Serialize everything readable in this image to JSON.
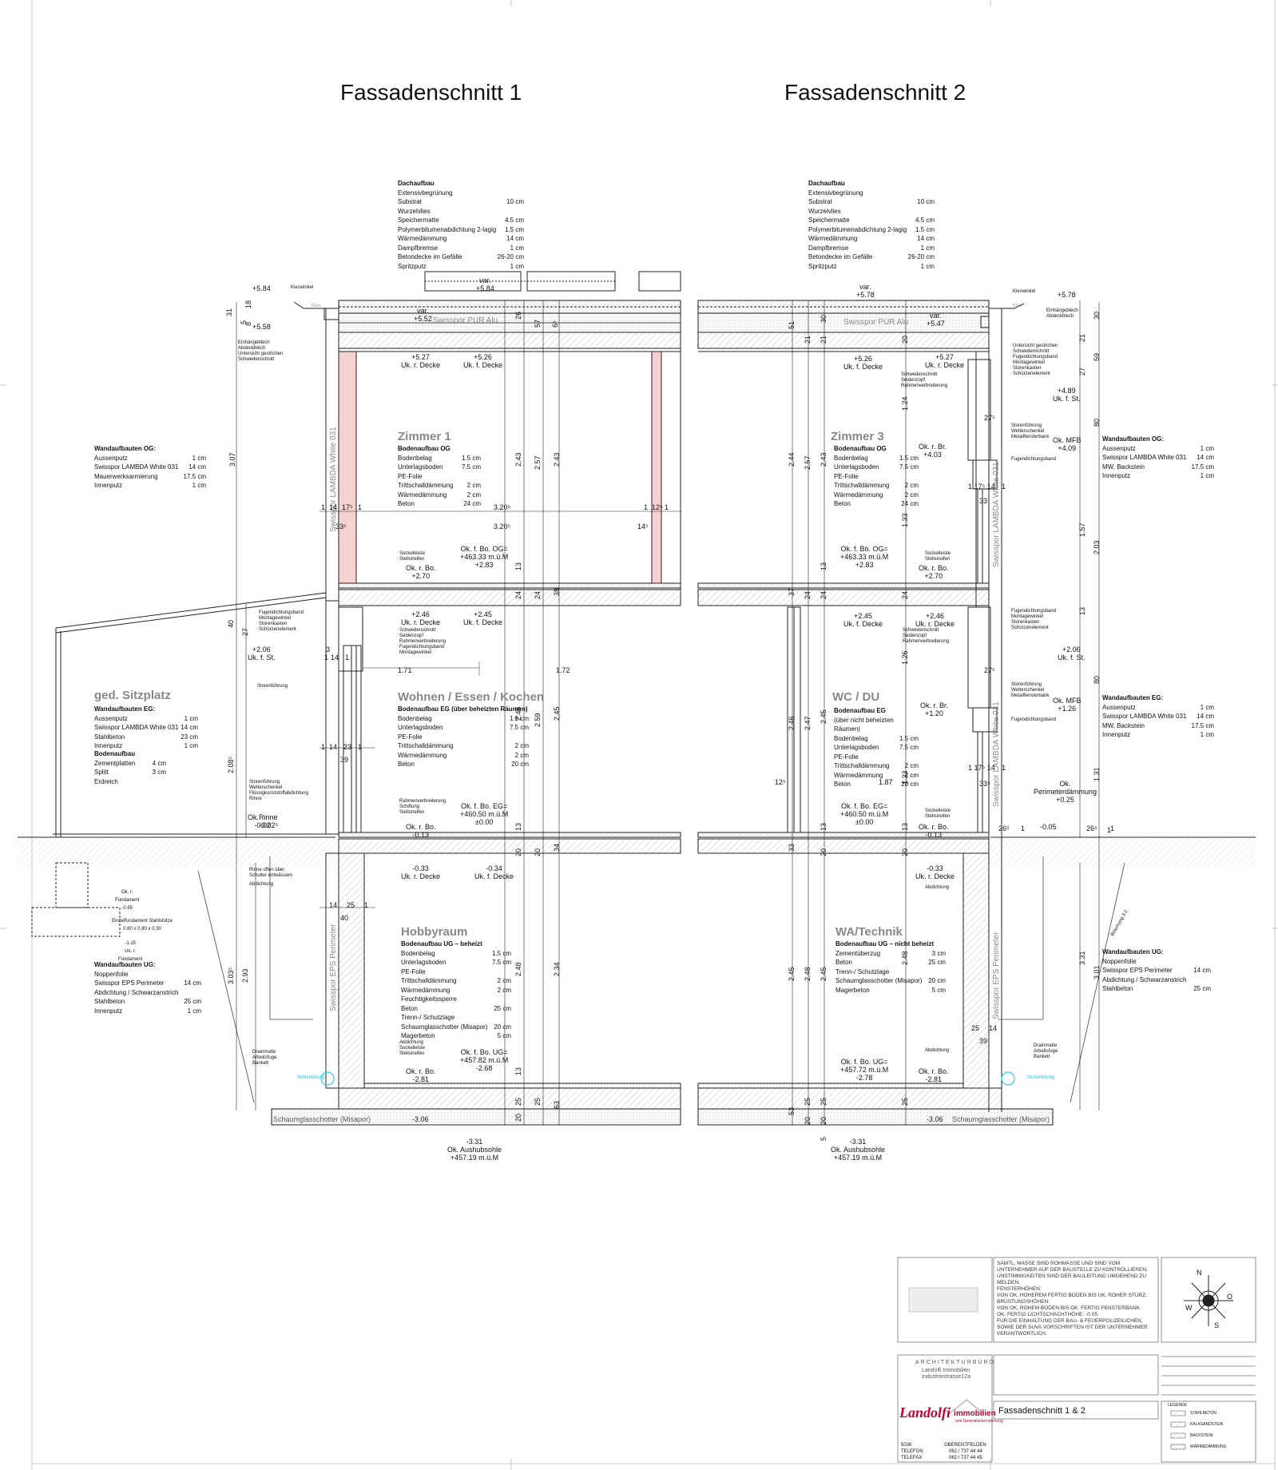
{
  "titles": {
    "left": "Fassadenschnitt 1",
    "right": "Fassadenschnitt 2"
  },
  "dachaufbau_left": {
    "heading": "Dachaufbau",
    "rows": [
      [
        "Extensivbegrünung",
        ""
      ],
      [
        "Substrat",
        "10 cm"
      ],
      [
        "Wurzelvlies",
        ""
      ],
      [
        "Speichermatte",
        "4.5 cm"
      ],
      [
        "Polymerbitumenabdichtung 2-lagig",
        "1.5 cm"
      ],
      [
        "Wärmedämmung",
        "14 cm"
      ],
      [
        "Dampfbremse",
        "1 cm"
      ],
      [
        "Betondecke im Gefälle",
        "26-20 cm"
      ],
      [
        "Spritzputz",
        "1 cm"
      ]
    ]
  },
  "dachaufbau_right": {
    "heading": "Dachaufbau",
    "rows": [
      [
        "Extensivbegrünung",
        ""
      ],
      [
        "Substrat",
        "10 cm"
      ],
      [
        "Wurzelvlies",
        ""
      ],
      [
        "Speichermatte",
        "4.5 cm"
      ],
      [
        "Polymerbitumenabdichtung 2-lagig",
        "1.5 cm"
      ],
      [
        "Wärmedämmung",
        "14 cm"
      ],
      [
        "Dampfbremse",
        "1 cm"
      ],
      [
        "Betondecke im Gefälle",
        "26-20 cm"
      ],
      [
        "Spritzputz",
        "1 cm"
      ]
    ]
  },
  "wand_og_left": {
    "heading": "Wandaufbauten OG:",
    "rows": [
      [
        "Aussenputz",
        "1 cm"
      ],
      [
        "Swisspor LAMBDA White 031",
        "14 cm"
      ],
      [
        "Mauerwerksarmierung",
        "17.5 cm"
      ],
      [
        "Innenputz",
        "1 cm"
      ]
    ]
  },
  "wand_og_right": {
    "heading": "Wandaufbauten OG:",
    "rows": [
      [
        "Aussenputz",
        "1 cm"
      ],
      [
        "Swisspor LAMBDA White 031",
        "14 cm"
      ],
      [
        "MW, Backstein",
        "17.5 cm"
      ],
      [
        "Innenputz",
        "1 cm"
      ]
    ]
  },
  "wand_eg_left": {
    "heading": "Wandaufbauten EG:",
    "rows": [
      [
        "Aussenputz",
        "1 cm"
      ],
      [
        "Swisspor LAMBDA White 031",
        "14 cm"
      ],
      [
        "Stahlbeton",
        "23 cm"
      ],
      [
        "Innenputz",
        "1 cm"
      ]
    ]
  },
  "wand_eg_right": {
    "heading": "Wandaufbauten EG:",
    "rows": [
      [
        "Aussenputz",
        "1 cm"
      ],
      [
        "Swisspor LAMBDA White 031",
        "14 cm"
      ],
      [
        "MW, Backstein",
        "17.5 cm"
      ],
      [
        "Innenputz",
        "1 cm"
      ]
    ]
  },
  "bodenaufbau_sitzplatz": {
    "heading": "Bodenaufbau",
    "rows": [
      [
        "Zementplatten",
        "4 cm"
      ],
      [
        "Splitt",
        "3 cm"
      ],
      [
        "Erdreich",
        ""
      ]
    ]
  },
  "wand_ug_left": {
    "heading": "Wandaufbauten UG:",
    "rows": [
      [
        "Noppenfolie",
        ""
      ],
      [
        "Swisspor EPS Perimeter",
        "14 cm"
      ],
      [
        "Abdichtung / Schwarzanstrich",
        ""
      ],
      [
        "Stahlbeton",
        "25 cm"
      ],
      [
        "Innenputz",
        "1 cm"
      ]
    ]
  },
  "wand_ug_right": {
    "heading": "Wandaufbauten UG:",
    "rows": [
      [
        "Noppenfolie",
        ""
      ],
      [
        "Swisspor EPS Perimeter",
        "14 cm"
      ],
      [
        "Abdichtung / Schwarzanstrich",
        ""
      ],
      [
        "Stahlbeton",
        "25 cm"
      ]
    ]
  },
  "rooms": {
    "zimmer1": "Zimmer 1",
    "zimmer3": "Zimmer 3",
    "wohnen": "Wohnen / Essen / Kochen",
    "wc": "WC / DU",
    "hobby": "Hobbyraum",
    "technik": "WA/Technik",
    "sitzplatz": "ged. Sitzplatz"
  },
  "boden_og_left": {
    "heading": "Bodenaufbau OG",
    "rows": [
      [
        "Bodenbelag",
        "1.5 cm"
      ],
      [
        "Unterlagsboden",
        "7.5 cm"
      ],
      [
        "PE-Folie",
        ""
      ],
      [
        "Trittschalldämmung",
        "2 cm"
      ],
      [
        "Wärmedämmung",
        "2 cm"
      ],
      [
        "Beton",
        "24 cm"
      ]
    ]
  },
  "boden_og_right": {
    "heading": "Bodenaufbau OG",
    "rows": [
      [
        "Bodenbelag",
        "1.5 cm"
      ],
      [
        "Unterlagsboden",
        "7.5 cm"
      ],
      [
        "PE-Folie",
        ""
      ],
      [
        "Trittschalldämmung",
        "2 cm"
      ],
      [
        "Wärmedämmung",
        "2 cm"
      ],
      [
        "Beton",
        "24 cm"
      ]
    ]
  },
  "boden_eg_left": {
    "heading": "Bodenaufbau EG (über beheizten Räumen)",
    "rows": [
      [
        "Bodenbelag",
        "1.5 cm"
      ],
      [
        "Unterlagsboden",
        "7.5 cm"
      ],
      [
        "PE-Folie",
        ""
      ],
      [
        "Trittschalldämmung",
        "2 cm"
      ],
      [
        "Wärmedämmung",
        "2 cm"
      ],
      [
        "Beton",
        "20 cm"
      ]
    ]
  },
  "boden_eg_right": {
    "heading": "Bodenaufbau EG",
    "sub": "(über nicht beheizten Räumen)",
    "rows": [
      [
        "Bodenbelag",
        "1.5 cm"
      ],
      [
        "Unterlagsboden",
        "7.5 cm"
      ],
      [
        "PE-Folie",
        ""
      ],
      [
        "Trittschalldämmung",
        "2 cm"
      ],
      [
        "Wärmedämmung",
        "2 cm"
      ],
      [
        "Beton",
        "20 cm"
      ]
    ]
  },
  "boden_ug_left": {
    "heading": "Bodenaufbau UG – beheizt",
    "rows": [
      [
        "Bodenbelag",
        "1.5 cm"
      ],
      [
        "Unterlagsboden",
        "7.5 cm"
      ],
      [
        "PE-Folie",
        ""
      ],
      [
        "Trittschalldämmung",
        "2 cm"
      ],
      [
        "Wärmedämmung",
        "2 cm"
      ],
      [
        "Feuchtigkeitssperre",
        ""
      ],
      [
        "Beton",
        "25 cm"
      ],
      [
        "Trenn-/ Schutzlage",
        ""
      ],
      [
        "Schaumglasschotter (Misapor)",
        "20 cm"
      ],
      [
        "Magerbeton",
        "5 cm"
      ]
    ]
  },
  "boden_ug_right": {
    "heading": "Bodenaufbau UG – nicht beheizt",
    "rows": [
      [
        "Zementüberzug",
        "3 cm"
      ],
      [
        "Beton",
        "25 cm"
      ],
      [
        "Trenn-/ Schutzlage",
        ""
      ],
      [
        "Schaumglasschotter (Misapor)",
        "20 cm"
      ],
      [
        "Magerbeton",
        "5 cm"
      ]
    ]
  },
  "levels": {
    "l_584": "+5.84",
    "l_558": "+5.58",
    "l_var_584": "var.\n+5.84",
    "l_var_552": "var.\n+5.52",
    "l_527": "+5.27\nUk. r. Decke",
    "l_526": "+5.26\nUk. f. Decke",
    "r_578": "+5.78",
    "r_var_578": "var.\n+5.78",
    "r_var_547": "var.\n+5.47",
    "r_526": "+5.26\nUk. f. Decke",
    "r_527": "+5.27\nUk. r. Decke",
    "r_489": "+4.89\nUk. f. St.",
    "r_403": "Ok. r. Br.\n+4.03",
    "r_mfb409": "Ok. MFB\n+4.09",
    "ok_og_left": "Ok. f. Bo. OG=\n+463.33 m.ü.M\n+2.83",
    "ok_og_right": "Ok. f. Bo. OG=\n+463.33 m.ü.M\n+2.83",
    "okr_270_l": "Ok. r. Bo.\n+2.70",
    "okr_270_r": "Ok. r. Bo.\n+2.70",
    "l_246": "+2.46\nUk. r. Decke",
    "l_245": "+2.45\nUk. f. Decke",
    "r_245": "+2.45\nUk. f. Decke",
    "r_246": "+2.46\nUk. r. Decke",
    "l_206": "+2.06\nUk. f. St.",
    "r_206": "+2.06\nUk. f. St.",
    "r_120": "Ok. r. Br.\n+1.20",
    "r_mfb126": "Ok. MFB\n+1.26",
    "ok_eg_left": "Ok. f. Bo. EG=\n+460.50 m.ü.M\n±0.00",
    "ok_eg_right": "Ok. f. Bo. EG=\n+460.50 m.ü.M\n±0.00",
    "okr_013_l": "Ok. r. Bo.\n-0.13",
    "okr_013_r": "Ok. r. Bo.\n-0.13",
    "ok_rinne": "Ok.Rinne\n-0.02",
    "perimeter": "Ok.\nPerimeterdämmung\n+0.25",
    "l_033": "-0.33\nUk. r. Decke",
    "l_034": "-0.34\nUk. f. Decke",
    "r_033": "-0.33\nUk. r. Decke",
    "ok_ug_left": "Ok. f. Bo. UG=\n+457.82 m.ü.M\n-2.68",
    "ok_ug_right": "Ok. f. Bo. UG=\n+457.72 m.ü.M\n-2.78",
    "okr_281_l": "Ok. r. Bo.\n-2.81",
    "okr_281_r": "Ok. r. Bo.\n-2.81",
    "l_306": "-3.06",
    "r_306": "-3.06",
    "aushub_l": "-3.31\nOk. Aushubsohle\n+457.19 m.ü.M",
    "aushub_r": "-3.31\nOk. Aushubsohle\n+457.19 m.ü.M",
    "fundament1": "Ok. r.\nFundament\n-0.65",
    "fundament2": "-1.15\nUk. r.\nFundament",
    "einzelfund": "Einzelfundament Stahlstütze\n0.80 x 0.80 x 0.30",
    "neg005": "-0.05"
  },
  "materials": {
    "swisspor_pur": "Swisspor PUR Alu",
    "lambda_l": "Swisspor LAMBDA White 031",
    "lambda_r": "Swisspor LAMBDA White 031",
    "lambda_r2": "Swisspor LAMBDA White 031",
    "eps_l": "Swisspor EPS Perimeter",
    "eps_r": "Swisspor EPS Perimeter",
    "schaum_l": "Schaumglasschotter (Misapor)",
    "schaum_r": "Schaumglasschotter (Misapor)",
    "kies": "Kies"
  },
  "annotations": {
    "kieswinkel_l": "Kieswinkel",
    "kieswinkel_r": "Kieswinkel",
    "eckblock_l": [
      "Einhängeblech",
      "Abdeckblech",
      "Untersicht gestrichen",
      "Schwedenschnitt"
    ],
    "eckblock_r": [
      "Einhängeblech",
      "Abdeckblech"
    ],
    "r_top": [
      "Untersicht gestrichen",
      "Schwedenschnitt",
      "Fugendichtungsband",
      "Montagewinkel",
      "Storenkasten",
      "Schürzenelement"
    ],
    "r_mid1": [
      "Schwedenschnitt",
      "Seidenzopf",
      "Rahmenverbreiterung"
    ],
    "r_stor1": [
      "Storenführung",
      "Wetterschenkel",
      "Metallfensterbank"
    ],
    "r_fugen1": "Fugendichtungsband",
    "l_eg1": [
      "Fugendichtungsband",
      "Montagewinkel",
      "Storenkasten",
      "Schürzenelement"
    ],
    "l_eg2": [
      "Schwedenschnitt",
      "Seidenzopf",
      "Rahmenverbreiterung",
      "Fugendichtungsband",
      "Montagewinkel"
    ],
    "l_stor": "Storenführung",
    "l_stor2": [
      "Storenführung",
      "Wetterschenkel",
      "Flüssigkunststoffabdichtung",
      "Rinne"
    ],
    "l_rahmen": [
      "Rahmenverbreiterung",
      "Schiftung",
      "Stellstreifen"
    ],
    "l_sockel_og": [
      "Sockelleiste",
      "Stellstreifen"
    ],
    "r_sockel_og": [
      "Sockelleiste",
      "Stellstreifen"
    ],
    "r_eg1": [
      "Fugendichtungsband",
      "Montagewinkel",
      "Storenkasten",
      "Schürzenelement"
    ],
    "r_eg2": [
      "Schwedenschnitt",
      "Seidenzopf",
      "Rahmenverbreiterung"
    ],
    "r_stor2": [
      "Storenführung",
      "Wetterschenkel",
      "Metallfensterbank"
    ],
    "r_fugen2": "Fugendichtungsband",
    "r_sockel_eg": [
      "Sockelleiste",
      "Stellstreifen"
    ],
    "l_rinne": [
      "Rinne offen über",
      "Schulter entwässern"
    ],
    "l_abd": "Abdichtung",
    "r_abd": "Abdichtung",
    "r_abd2": "Abdichtung",
    "l_sockel_ug": [
      "Abdichtung",
      "Sockelleiste",
      "Stellstreifen"
    ],
    "l_drain": [
      "Drainmatte",
      "Arbeitsfuge",
      "Bankett"
    ],
    "r_drain": [
      "Drainmatte",
      "Arbeitsfuge",
      "Bankett"
    ],
    "sickerl": "Sickerleitung",
    "sickerr": "Sickerleitung",
    "boeschung": "Böschung 3:2"
  },
  "dims_left": {
    "d31": "31",
    "d5": "5",
    "d18": "18",
    "d8": "8",
    "d307": "3.07",
    "d40": "40",
    "d27": "27",
    "d208": "2.08⁵",
    "d303": "3.03⁵",
    "d293": "2.93",
    "d26": "26",
    "d57": "57",
    "d65": "6⁵",
    "d243a": "2.43",
    "d257": "2.57",
    "d243b": "2.43",
    "d13a": "13",
    "d24a": "24",
    "d24b": "24",
    "d38": "38",
    "d245a": "2.45",
    "d259": "2.59",
    "d245b": "2.45",
    "d172": "1.72",
    "d13b": "13",
    "d20a": "20",
    "d20b": "20",
    "d34": "34",
    "d248": "2.48",
    "d234": "2.34",
    "d13c": "13",
    "d25a": "25",
    "d25b": "25",
    "d63": "63",
    "d20c": "20",
    "w1": "1",
    "w14": "14",
    "w175": "17⁵",
    "w1b": "1",
    "w3205a": "3.20⁵",
    "w1c": "1",
    "w125": "12⁵",
    "w1d": "1",
    "w335": "33⁵",
    "w3205b": "3.20⁵",
    "w145": "14⁵",
    "e3": "3",
    "e1": "1",
    "e14": "14",
    "e1b": "1",
    "e171": "1.71",
    "f1": "1",
    "f14": "14",
    "f23": "23",
    "f1b": "1",
    "f39": "39",
    "u14": "14",
    "u25": "25",
    "u1": "1",
    "u40": "40",
    "ok002": "-0.02⁵"
  },
  "dims_right": {
    "d51": "51",
    "d21a": "21",
    "d30a": "30",
    "d21b": "21",
    "d20a": "20",
    "d244": "2.44",
    "d257": "2.57",
    "d243": "2.43",
    "d124": "1.24",
    "d133a": "1.33",
    "d37": "37",
    "d24a": "24",
    "d24b": "24",
    "d13a": "13",
    "d24c": "24",
    "d246": "2.46",
    "d247": "2.47",
    "d245": "2.45",
    "d126": "1.26",
    "d133b": "1.33",
    "d13b": "13",
    "d33": "33",
    "d20b": "20",
    "d13c": "13",
    "d20c": "20",
    "d245u": "2.45",
    "d248": "2.48",
    "d245u2": "2.45",
    "d248b": "2.48",
    "d25a": "25",
    "d25b": "25",
    "d25c": "25",
    "d53": "53",
    "d5": "5",
    "d20d": "20",
    "d20e": "20",
    "r30": "30",
    "r59": "59",
    "r80a": "80",
    "r203": "2.03",
    "r157": "1.57",
    "r13": "13",
    "r80b": "80",
    "r131": "1.31",
    "r301": "3.01",
    "r331": "3.31",
    "r21": "21",
    "r27": "27",
    "r1": "1",
    "w275a": "27⁵",
    "w175": "1 17⁵ 14",
    "w1": "1",
    "w33": "33",
    "w275b": "27⁵",
    "w175b": "1 17⁵ 14",
    "w1b": "1",
    "w335": "33⁵",
    "w125": "12⁵",
    "w187": "1.87",
    "g265a": "26⁵",
    "g1": "1",
    "g265b": "26⁵",
    "g1b": "1",
    "u25": "25",
    "u14": "14",
    "u39": "39"
  },
  "notes_block": "SÄMTL. MASSE SIND ROHMASSE UND SIND VOM UNTERNEHMER AUF DER BAUSTELLE ZU KONTROLLIEREN. UNSTIMMIGKEITEN SIND DER BAULEITUNG UMGEHEND ZU MELDEN.\nFENSTERHÖHEN:\nVON OK. HOHEREM FERTIG BODEN BIS UK. ROHER STURZ.\nBRÜSTUNGSHÖHEN:\nVON OK. ROHEM BODEN BIS OK. FERTIG FENSTERBANK.\nOK. FERTIG LICHTSCHACHTHÖHE: -0.05\nFÜR DIE EINHALTUNG DER BAU- & FEUERPOLIZEILICHEN, SOWIE DER SUVA VORSCHRIFTEN IST DER UNTERNEHMER VERANTWORTLICH.",
  "title_block": {
    "office": "ARCHITEKTURBÜRO",
    "company": "Landolfi Immobilien",
    "street": "Industriestrasse12a",
    "logo_main": "Landolfi",
    "logo_sub": "immobilien",
    "logo_tag": "und Generalunternehmung",
    "plz": "5036",
    "city": "OBERENTFELDEN",
    "tel_label": "TELEFON",
    "tel": "062 / 737 44 44",
    "fax_label": "TELEFAX",
    "fax": "062 / 737 44 45",
    "drawing_title": "Fassadenschnitt 1 & 2"
  },
  "legend": {
    "heading": "LEGENDE",
    "items": [
      "STAHLBETON",
      "KALKSANDSTEIN",
      "BACKSTEIN",
      "WÄRMEDÄMMUNG"
    ]
  },
  "compass": {
    "n": "N",
    "s": "S",
    "w": "W",
    "o": "O"
  },
  "colors": {
    "line": "#222222",
    "insul": "#f7d0d0",
    "grey": "#888888",
    "cyan": "#00cfe8",
    "red": "#c3002f"
  }
}
